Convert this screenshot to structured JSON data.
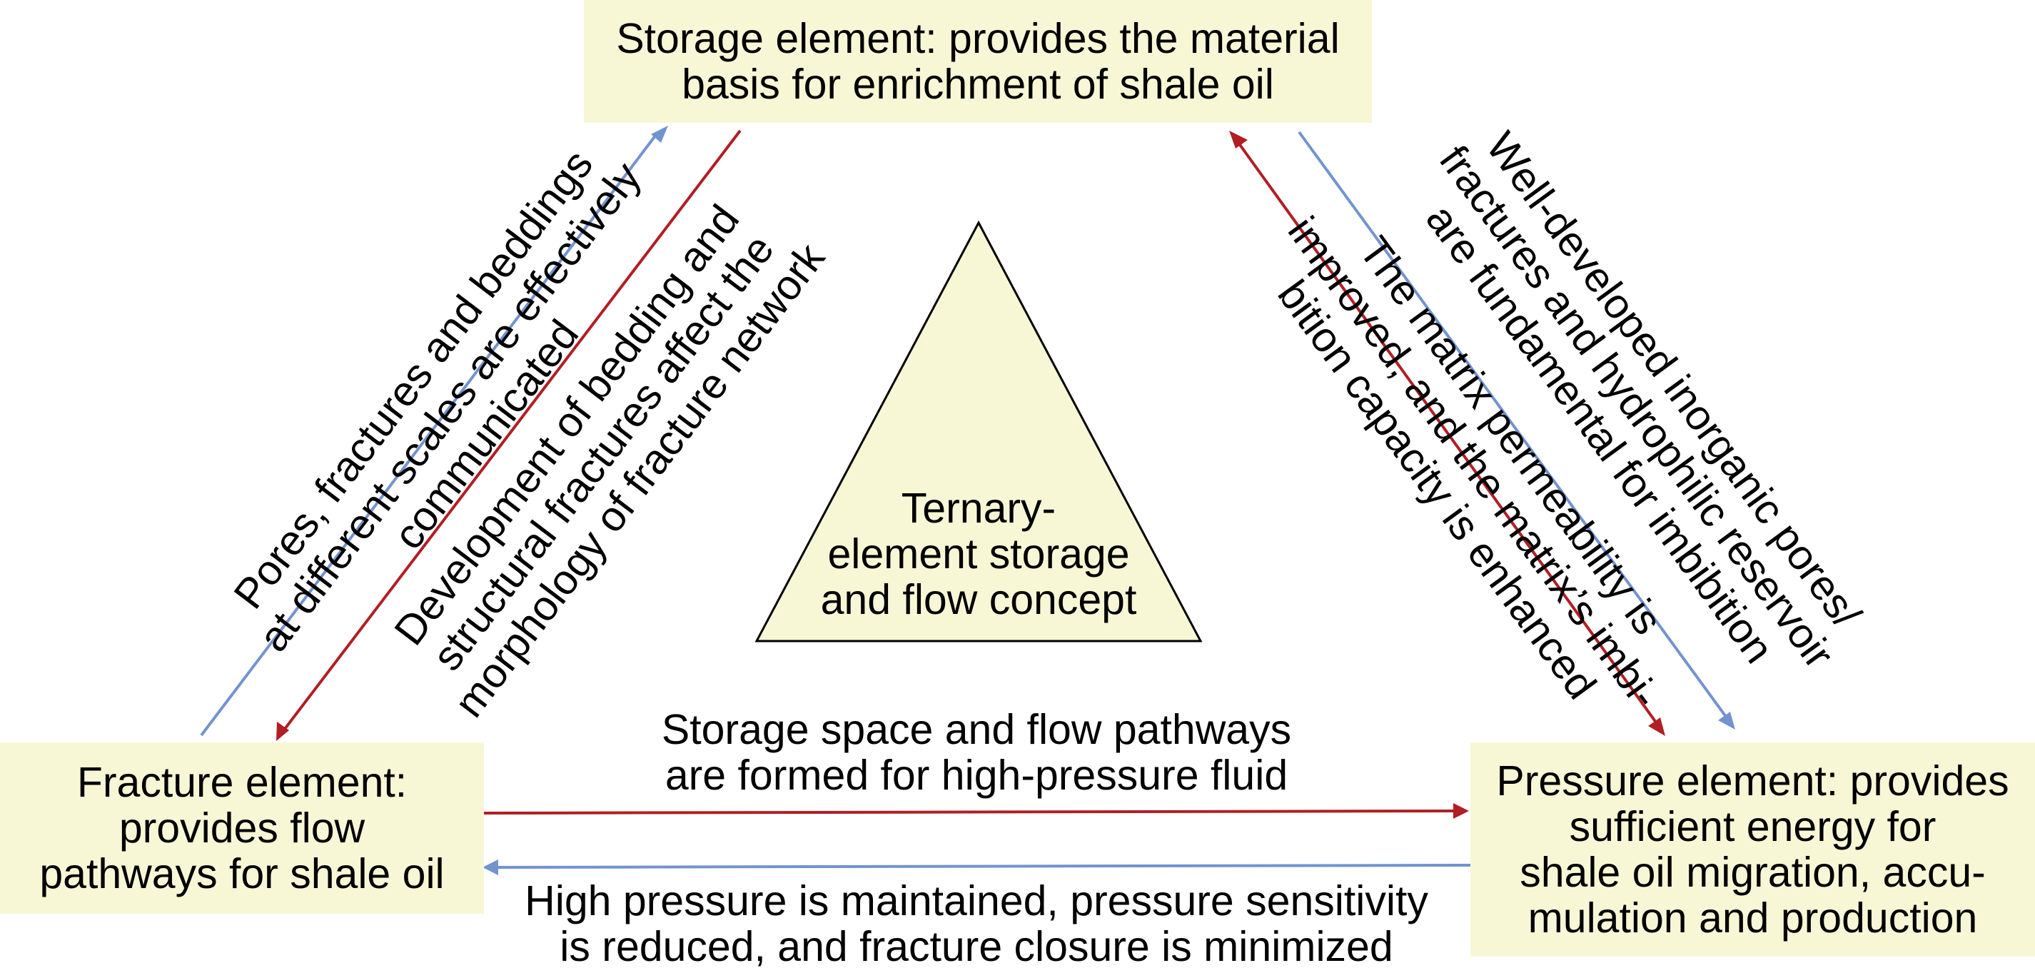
{
  "center": {
    "lines": [
      "Ternary-",
      "element storage",
      "and flow concept"
    ]
  },
  "storage_element": {
    "lines": [
      "Storage element: provides the material",
      "basis for enrichment of shale oil"
    ]
  },
  "fracture_element": {
    "lines": [
      "Fracture element:",
      "provides flow",
      "pathways for shale oil"
    ]
  },
  "pressure_element": {
    "lines": [
      "Pressure element: provides",
      "sufficient energy for",
      "shale oil migration, accu-",
      "mulation and production"
    ]
  },
  "labels": {
    "fracture_to_storage": [
      "Pores, fractures and beddings",
      "at different scales are effectively",
      "communicated"
    ],
    "storage_to_fracture": [
      "Development of bedding and",
      "structural fractures affect the",
      "morphology of fracture network"
    ],
    "pressure_to_storage": [
      "Well-developed inorganic pores/",
      "fractures and hydrophilic reservoir",
      "are fundamental for imbibition"
    ],
    "storage_to_pressure": [
      "The matrix permeability is",
      "improved, and the matrix’s imbi-",
      "bition capacity is enhanced"
    ],
    "fracture_to_pressure": [
      "Storage space and flow pathways",
      "are formed for high-pressure fluid"
    ],
    "pressure_to_fracture": [
      "High pressure is maintained, pressure sensitivity",
      "is reduced, and fracture closure is minimized"
    ]
  },
  "colors": {
    "box_fill": "#f7f7d6",
    "triangle_fill": "#f7f7d6",
    "red_arrow": "#b11e24",
    "blue_arrow": "#7393cf"
  }
}
